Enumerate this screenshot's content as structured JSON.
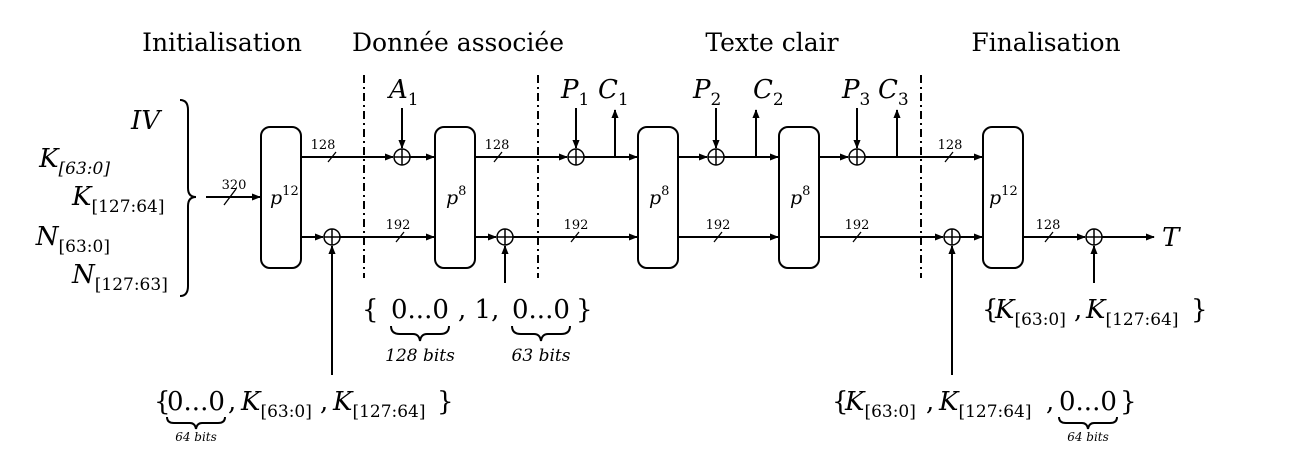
{
  "phases": {
    "init": "Initialisation",
    "ad": "Donnée associée",
    "pt": "Texte clair",
    "fin": "Finalisation"
  },
  "inputs": [
    {
      "main": "IV",
      "sub": ""
    },
    {
      "main": "K",
      "sub": "[63:0]"
    },
    {
      "main": "K",
      "sub": "[127:64]"
    },
    {
      "main": "N",
      "sub": "[63:0]"
    },
    {
      "main": "N",
      "sub": "[127:63]"
    }
  ],
  "permutations": {
    "p1": {
      "base": "p",
      "exp": "12"
    },
    "p2": {
      "base": "p",
      "exp": "8"
    },
    "p3": {
      "base": "p",
      "exp": "8"
    },
    "p4": {
      "base": "p",
      "exp": "8"
    },
    "p5": {
      "base": "p",
      "exp": "12"
    }
  },
  "widths": {
    "in": "320",
    "top1": "128",
    "bot1": "192",
    "top2": "128",
    "bot2": "192",
    "bot3": "192",
    "bot4": "192",
    "top5": "128",
    "out": "128"
  },
  "data_labels": {
    "A1": {
      "main": "A",
      "sub": "1"
    },
    "P1": {
      "main": "P",
      "sub": "1"
    },
    "C1": {
      "main": "C",
      "sub": "1"
    },
    "P2": {
      "main": "P",
      "sub": "2"
    },
    "C2": {
      "main": "C",
      "sub": "2"
    },
    "P3": {
      "main": "P",
      "sub": "3"
    },
    "C3": {
      "main": "C",
      "sub": "3"
    },
    "T": "T"
  },
  "padding": {
    "open": "{",
    "zeros1": "0...0",
    "mid": ", 1,",
    "zeros2": "0...0",
    "close": "}",
    "bits1": "128 bits",
    "bits2": "63 bits"
  },
  "key_init": {
    "open": "{",
    "zeros": "0...0",
    "comma1": ",",
    "k1": "K",
    "k1_sub": "[63:0]",
    "comma2": ",",
    "k2": "K",
    "k2_sub": "[127:64]",
    "close": "}",
    "bits": "64 bits"
  },
  "key_final": {
    "open": "{",
    "k1": "K",
    "k1_sub": "[63:0]",
    "comma1": ",",
    "k2": "K",
    "k2_sub": "[127:64]",
    "comma2": ",",
    "zeros": "0...0",
    "close": "}",
    "bits": "64 bits"
  },
  "key_tag": {
    "open": "{",
    "k1": "K",
    "k1_sub": "[63:0]",
    "comma": ",",
    "k2": "K",
    "k2_sub": "[127:64]",
    "close": "}"
  }
}
